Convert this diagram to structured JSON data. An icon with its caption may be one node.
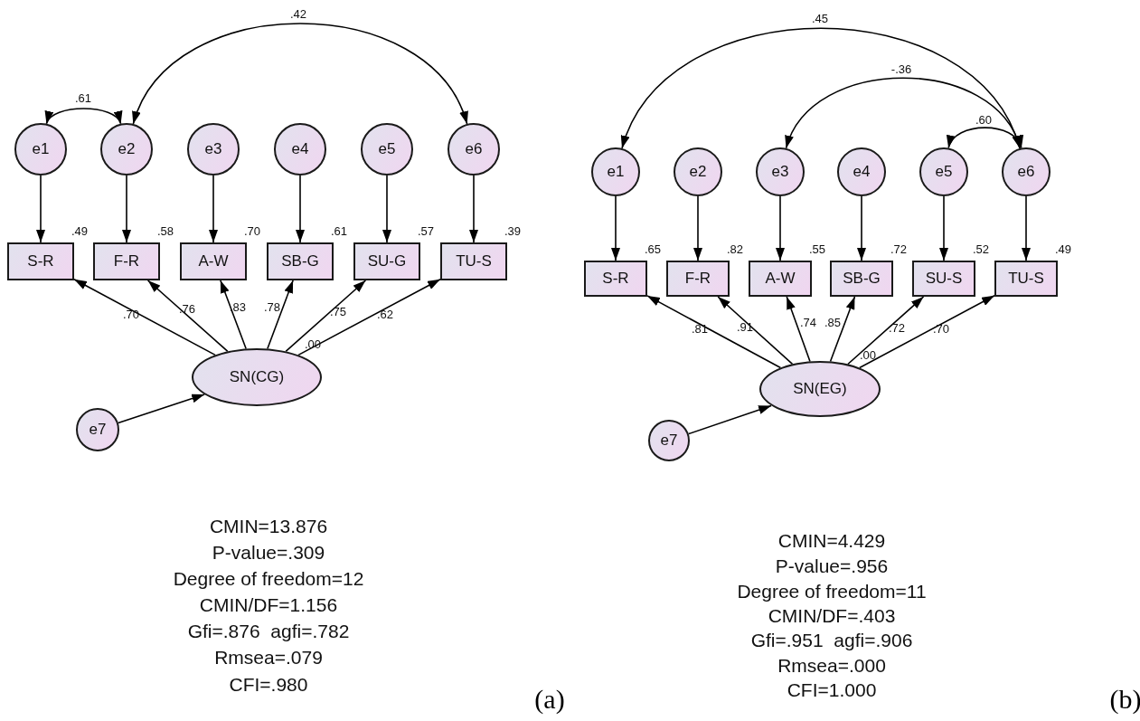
{
  "diagram": {
    "nodes": [
      {
        "text": [
          "e1"
        ]
      },
      {
        "text": [
          "e2"
        ]
      },
      {
        "text": [
          "e3"
        ]
      },
      {
        "text": [
          "e4"
        ]
      },
      {
        "text": [
          "e5"
        ]
      },
      {
        "text": [
          "e6"
        ]
      },
      {
        "text": [
          "S-R"
        ],
        "beside": [
          ".49"
        ]
      },
      {
        "text": [
          "F-R"
        ],
        "beside": [
          ".58"
        ]
      },
      {
        "text": [
          "A-W"
        ],
        "beside": [
          ".70"
        ]
      },
      {
        "text": [
          "SB-G"
        ],
        "beside": [
          ".61"
        ]
      },
      {
        "text": [
          "SU-G"
        ],
        "beside": [
          ".57"
        ]
      },
      {
        "text": [
          "TU-S"
        ],
        "beside": [
          ".39"
        ]
      },
      {
        "text": [
          "SN(CG)"
        ],
        "beside": [
          ".00"
        ]
      },
      {
        "text": [
          "e7"
        ]
      },
      {
        "text": [
          "e1"
        ]
      },
      {
        "text": [
          "e2"
        ]
      },
      {
        "text": [
          "e3"
        ]
      },
      {
        "text": [
          "e4"
        ]
      },
      {
        "text": [
          "e5"
        ]
      },
      {
        "text": [
          "e6"
        ]
      },
      {
        "text": [
          "S-R"
        ],
        "beside": [
          ".65"
        ]
      },
      {
        "text": [
          "F-R"
        ],
        "beside": [
          ".82"
        ]
      },
      {
        "text": [
          "A-W"
        ],
        "beside": [
          ".55"
        ]
      },
      {
        "text": [
          "SB-G"
        ],
        "beside": [
          ".72"
        ]
      },
      {
        "text": [
          "SU-S"
        ],
        "beside": [
          ".52"
        ]
      },
      {
        "text": [
          "TU-S"
        ],
        "beside": [
          ".49"
        ]
      },
      {
        "text": [
          "SN(EG)"
        ],
        "beside": [
          ".00"
        ]
      },
      {
        "text": [
          "e7"
        ]
      }
    ],
    "edges": [
      {
        "from": 0,
        "to": 6,
        "arrow": "to"
      },
      {
        "from": 1,
        "to": 7,
        "arrow": "to"
      },
      {
        "from": 2,
        "to": 8,
        "arrow": "to"
      },
      {
        "from": 3,
        "to": 9,
        "arrow": "to"
      },
      {
        "from": 4,
        "to": 10,
        "arrow": "to"
      },
      {
        "from": 5,
        "to": 11,
        "arrow": "to"
      },
      {
        "from": 12,
        "to": 6,
        "arrow": "to",
        "label": ".70"
      },
      {
        "from": 12,
        "to": 7,
        "arrow": "to",
        "label": ".76"
      },
      {
        "from": 12,
        "to": 8,
        "arrow": "to",
        "label": ".83"
      },
      {
        "from": 12,
        "to": 9,
        "arrow": "to",
        "label": ".78"
      },
      {
        "from": 12,
        "to": 10,
        "arrow": "to",
        "label": ".75"
      },
      {
        "from": 12,
        "to": 11,
        "arrow": "to",
        "label": ".62"
      },
      {
        "from": 13,
        "to": 12,
        "arrow": "to"
      },
      {
        "from": 0,
        "to": 1,
        "arrow": "both",
        "label": ".61"
      },
      {
        "from": 1,
        "to": 5,
        "arrow": "both",
        "label": ".42"
      },
      {
        "from": 14,
        "to": 20,
        "arrow": "to"
      },
      {
        "from": 15,
        "to": 21,
        "arrow": "to"
      },
      {
        "from": 16,
        "to": 22,
        "arrow": "to"
      },
      {
        "from": 17,
        "to": 23,
        "arrow": "to"
      },
      {
        "from": 18,
        "to": 24,
        "arrow": "to"
      },
      {
        "from": 19,
        "to": 25,
        "arrow": "to"
      },
      {
        "from": 26,
        "to": 20,
        "arrow": "to",
        "label": ".81"
      },
      {
        "from": 26,
        "to": 21,
        "arrow": "to",
        "label": ".91"
      },
      {
        "from": 26,
        "to": 22,
        "arrow": "to",
        "label": ".74"
      },
      {
        "from": 26,
        "to": 23,
        "arrow": "to",
        "label": ".85"
      },
      {
        "from": 26,
        "to": 24,
        "arrow": "to",
        "label": ".72"
      },
      {
        "from": 26,
        "to": 25,
        "arrow": "to",
        "label": ".70"
      },
      {
        "from": 27,
        "to": 26,
        "arrow": "to"
      },
      {
        "from": 14,
        "to": 19,
        "arrow": "both",
        "label": ".45"
      },
      {
        "from": 16,
        "to": 19,
        "arrow": "both",
        "label": "-.36"
      },
      {
        "from": 18,
        "to": 19,
        "arrow": "both",
        "label": ".60"
      }
    ],
    "labels": [
      "CMIN=13.876",
      "P-value=.309",
      "Degree of freedom=12",
      "CMIN/DF=1.156",
      "Gfi=.876  agfi=.782",
      "Rmsea=.079",
      "CFI=.980",
      "(a)",
      "CMIN=4.429",
      "P-value=.956",
      "Degree of freedom=11",
      "CMIN/DF=.403",
      "Gfi=.951  agfi=.906",
      "Rmsea=.000",
      "CFI=1.000",
      "(b)"
    ]
  }
}
